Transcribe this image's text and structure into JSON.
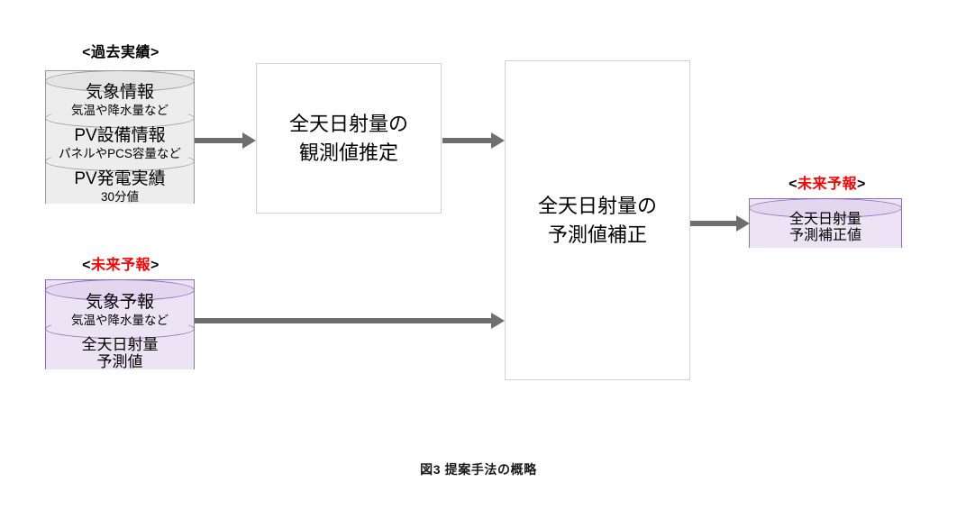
{
  "figure": {
    "caption": "図3  提案手法の概略",
    "background_color": "#ffffff",
    "arrow_color": "#6e6e6e",
    "accent_red": "#ff0000",
    "gray_store_fill": "#ededed",
    "purple_store_fill": "#ece3f5"
  },
  "groups": {
    "past": {
      "prefix": "<",
      "label": "過去実績",
      "suffix": ">",
      "highlight": false
    },
    "forecast_in": {
      "prefix": "<",
      "label": "未来予報",
      "suffix": ">",
      "highlight": true
    },
    "forecast_out": {
      "prefix": "<",
      "label": "未来予報",
      "suffix": ">",
      "highlight": true
    }
  },
  "stores": {
    "past_record": {
      "name": "past-record-datastore",
      "style": "gray",
      "segments": [
        {
          "title": "気象情報",
          "subtitle": "気温や降水量など"
        },
        {
          "title": "PV設備情報",
          "subtitle": "パネルやPCS容量など"
        },
        {
          "title": "PV発電実績",
          "subtitle": "30分値"
        }
      ]
    },
    "future_forecast": {
      "name": "future-forecast-datastore",
      "style": "purple",
      "segments": [
        {
          "title": "気象予報",
          "subtitle": "気温や降水量など"
        },
        {
          "title": "全天日射量",
          "subtitle": "予測値"
        }
      ]
    },
    "corrected_output": {
      "name": "corrected-output-datastore",
      "style": "purple",
      "segments": [
        {
          "title": "全天日射量",
          "subtitle": "予測補正値"
        }
      ]
    }
  },
  "processes": {
    "estimate": {
      "text": "全天日射量の\n観測値推定"
    },
    "correct": {
      "text": "全天日射量の\n予測値補正"
    }
  },
  "arrows": [
    {
      "id": "arrow-store-to-estimate",
      "from": "past_record",
      "to": "estimate"
    },
    {
      "id": "arrow-estimate-to-correct",
      "from": "estimate",
      "to": "correct"
    },
    {
      "id": "arrow-forecast-to-correct",
      "from": "future_forecast",
      "to": "correct"
    },
    {
      "id": "arrow-correct-to-output",
      "from": "correct",
      "to": "corrected_output"
    }
  ]
}
